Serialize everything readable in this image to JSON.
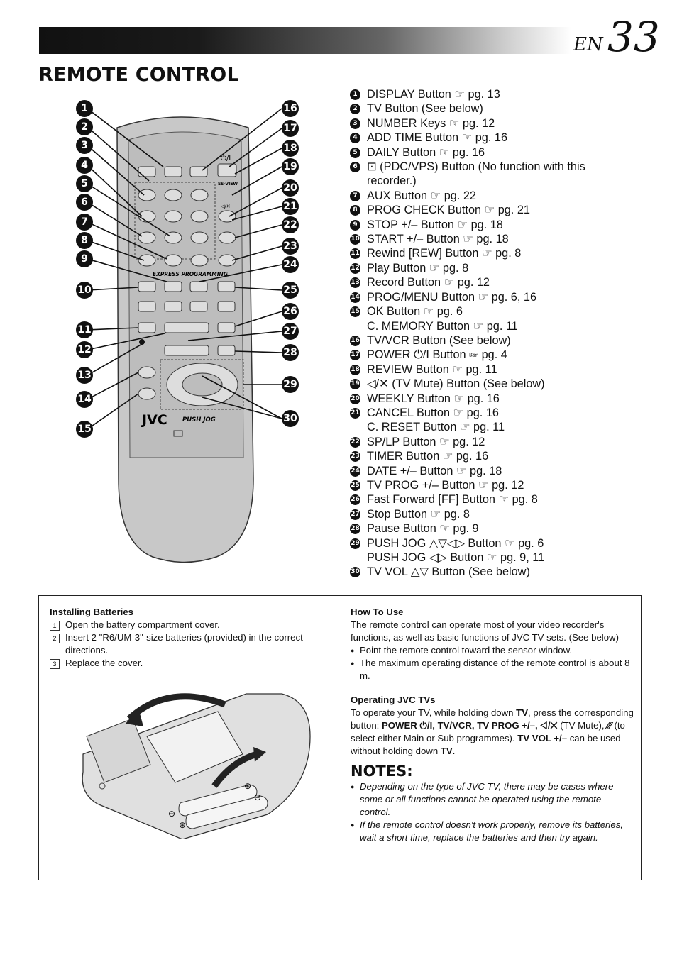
{
  "header": {
    "lang": "EN",
    "page_number": "33"
  },
  "title": "REMOTE CONTROL",
  "callouts_left": [
    "1",
    "2",
    "3",
    "4",
    "5",
    "6",
    "7",
    "8",
    "9",
    "10",
    "11",
    "12",
    "13",
    "14",
    "15"
  ],
  "callouts_right": [
    "16",
    "17",
    "18",
    "19",
    "20",
    "21",
    "22",
    "23",
    "24",
    "25",
    "26",
    "27",
    "28",
    "29",
    "30"
  ],
  "remote_labels": {
    "express": "EXPRESS PROGRAMMING",
    "brand": "JVC",
    "push_jog": "PUSH JOG",
    "ss_view": "SS-VIEW"
  },
  "items": [
    {
      "n": "1",
      "text": "DISPLAY Button ☞ pg. 13"
    },
    {
      "n": "2",
      "text": "TV Button (See below)"
    },
    {
      "n": "3",
      "text": "NUMBER Keys ☞ pg. 12"
    },
    {
      "n": "4",
      "text": "ADD TIME Button ☞ pg. 16"
    },
    {
      "n": "5",
      "text": "DAILY Button ☞ pg. 16"
    },
    {
      "n": "6",
      "text": "⊡ (PDC/VPS) Button (No function with this"
    },
    {
      "n": "",
      "text": "recorder.)"
    },
    {
      "n": "7",
      "text": "AUX Button ☞ pg. 22"
    },
    {
      "n": "8",
      "text": "PROG CHECK Button ☞ pg. 21"
    },
    {
      "n": "9",
      "text": "STOP +/– Button ☞ pg. 18"
    },
    {
      "n": "10",
      "text": "START +/– Button ☞ pg. 18"
    },
    {
      "n": "11",
      "text": "Rewind [REW] Button ☞ pg. 8"
    },
    {
      "n": "12",
      "text": "Play Button ☞ pg. 8"
    },
    {
      "n": "13",
      "text": "Record Button ☞ pg. 12"
    },
    {
      "n": "14",
      "text": "PROG/MENU Button ☞ pg. 6, 16"
    },
    {
      "n": "15",
      "text": "OK Button ☞ pg. 6"
    },
    {
      "n": "",
      "text": "C. MEMORY Button ☞ pg. 11"
    },
    {
      "n": "16",
      "text": "TV/VCR Button (See below)"
    },
    {
      "n": "17",
      "text": "POWER ⏻/I Button ☞ pg. 4"
    },
    {
      "n": "18",
      "text": "REVIEW Button ☞ pg. 11"
    },
    {
      "n": "19",
      "text": "◁/✕ (TV Mute) Button (See below)"
    },
    {
      "n": "20",
      "text": "WEEKLY Button ☞ pg. 16"
    },
    {
      "n": "21",
      "text": "CANCEL Button ☞ pg. 16"
    },
    {
      "n": "",
      "text": "C. RESET Button ☞ pg. 11"
    },
    {
      "n": "22",
      "text": "SP/LP Button ☞ pg. 12"
    },
    {
      "n": "23",
      "text": "TIMER Button ☞ pg. 16"
    },
    {
      "n": "24",
      "text": "DATE +/– Button ☞ pg. 18"
    },
    {
      "n": "25",
      "text": "TV PROG +/– Button ☞ pg. 12"
    },
    {
      "n": "26",
      "text": "Fast Forward [FF] Button ☞ pg. 8"
    },
    {
      "n": "27",
      "text": "Stop Button ☞ pg. 8"
    },
    {
      "n": "28",
      "text": "Pause Button ☞ pg. 9"
    },
    {
      "n": "29",
      "text": "PUSH JOG △▽◁▷  Button ☞ pg. 6"
    },
    {
      "n": "",
      "text": "PUSH JOG ◁▷  Button ☞ pg. 9, 11"
    },
    {
      "n": "30",
      "text": "TV VOL △▽ Button (See below)"
    }
  ],
  "installing": {
    "title": "Installing Batteries",
    "steps": [
      {
        "n": "1",
        "text": "Open the battery compartment cover."
      },
      {
        "n": "2",
        "text": "Insert 2 \"R6/UM-3\"-size batteries (provided) in the correct directions."
      },
      {
        "n": "3",
        "text": "Replace the cover."
      }
    ]
  },
  "how_to_use": {
    "title": "How To Use",
    "intro": "The remote control can operate most of your video recorder's functions, as well as basic functions of JVC TV sets. (See below)",
    "bullets": [
      "Point the remote control toward the sensor window.",
      "The maximum operating distance of the remote control is about 8 m."
    ]
  },
  "operating": {
    "title": "Operating JVC TVs",
    "p1": "To operate your TV, while holding down ",
    "tv": "TV",
    "p2": ", press the corresponding button: ",
    "buttons": "POWER ⏻/I, TV/VCR, TV PROG +/–, ◁/✕",
    "p3": " (TV Mute), ",
    "slash": "⁄⁄⁄",
    "p4": " (to select either Main or Sub programmes). ",
    "vol": "TV VOL +/–",
    "p5": " can be used without holding down ",
    "tv2": "TV",
    "p6": "."
  },
  "notes": {
    "title": "NOTES:",
    "items": [
      "Depending on the type of JVC TV, there may be cases where some or all functions cannot be operated using the remote control.",
      "If the remote control doesn't work properly, remove its batteries, wait a short time, replace the batteries and then try again."
    ]
  }
}
